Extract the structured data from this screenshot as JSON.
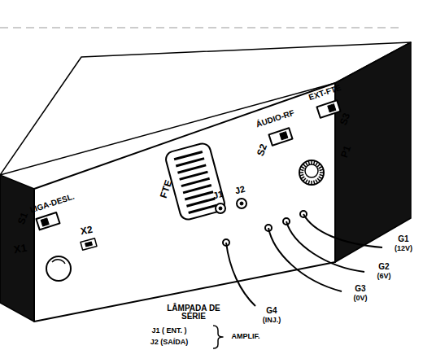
{
  "diagram": {
    "labels": [
      "LIGA-DESL.",
      "S1",
      "X1",
      "X2",
      "FTE",
      "J1",
      "J2",
      "ÁUDIO-RF",
      "S2",
      "EXT-FTE",
      "S3",
      "P1",
      "G1",
      "(12V)",
      "G2",
      "(6V)",
      "G3",
      "(0V)",
      "G4",
      "(INJ.)",
      "LÂMPADA DE SÉRIE",
      "J1 ( ENT. )",
      "J2 (SAÍDA)",
      "AMPLIF."
    ]
  }
}
